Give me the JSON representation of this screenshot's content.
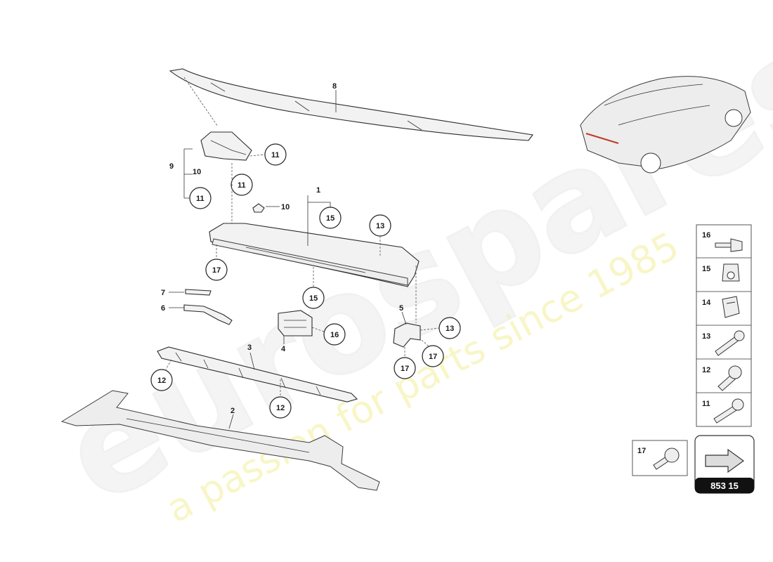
{
  "watermark": {
    "brand": "eurospares",
    "tagline": "a passion for parts since 1985"
  },
  "callouts": {
    "p1": "1",
    "p2": "2",
    "p3": "3",
    "p4": "4",
    "p5": "5",
    "p6": "6",
    "p7": "7",
    "p8": "8",
    "p9": "9",
    "p10a": "10",
    "p10b": "10",
    "c11a": "11",
    "c11b": "11",
    "c11c": "11",
    "c12a": "12",
    "c12b": "12",
    "c13a": "13",
    "c13b": "13",
    "c15a": "15",
    "c15b": "15",
    "c16": "16",
    "c17a": "17",
    "c17b": "17",
    "c17c": "17"
  },
  "fastener_legend": [
    {
      "number": "16",
      "icon": "hex-flange-bolt-icon"
    },
    {
      "number": "15",
      "icon": "clip-nut-icon"
    },
    {
      "number": "14",
      "icon": "spring-clip-icon"
    },
    {
      "number": "13",
      "icon": "long-bolt-icon"
    },
    {
      "number": "12",
      "icon": "flange-bolt-icon"
    },
    {
      "number": "11",
      "icon": "bolt-icon"
    }
  ],
  "extra_fastener": {
    "number": "17",
    "icon": "short-bolt-icon"
  },
  "diagram_ref": "853 15"
}
